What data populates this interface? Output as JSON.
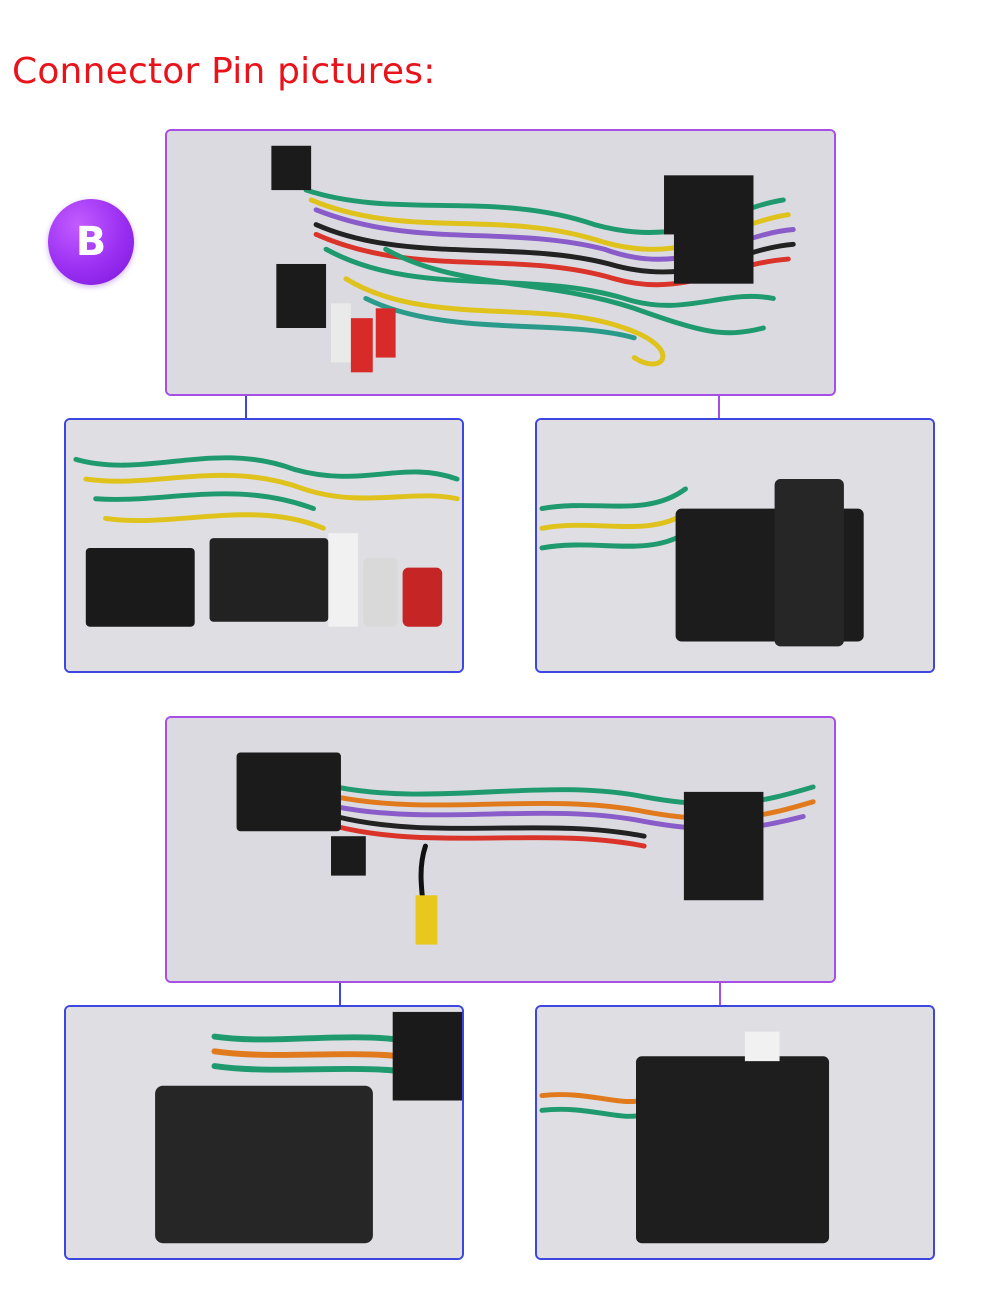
{
  "heading": "Connector Pin pictures:",
  "badge": "B",
  "colors": {
    "heading": "#e8141c",
    "badge": "#9a2ff2",
    "frame_blue": "#3d47e0",
    "frame_purple": "#a64ee6",
    "panel_bg": "#dcdce1"
  },
  "panels": [
    {
      "name": "harness-b-overview-photo",
      "kind": "photo"
    },
    {
      "name": "harness-b-left-connector-closeup",
      "kind": "photo"
    },
    {
      "name": "harness-b-right-connector-closeup",
      "kind": "photo"
    },
    {
      "name": "harness-c-overview-photo",
      "kind": "photo"
    },
    {
      "name": "harness-c-left-connector-closeup",
      "kind": "photo"
    },
    {
      "name": "harness-c-right-connector-closeup",
      "kind": "photo"
    }
  ]
}
